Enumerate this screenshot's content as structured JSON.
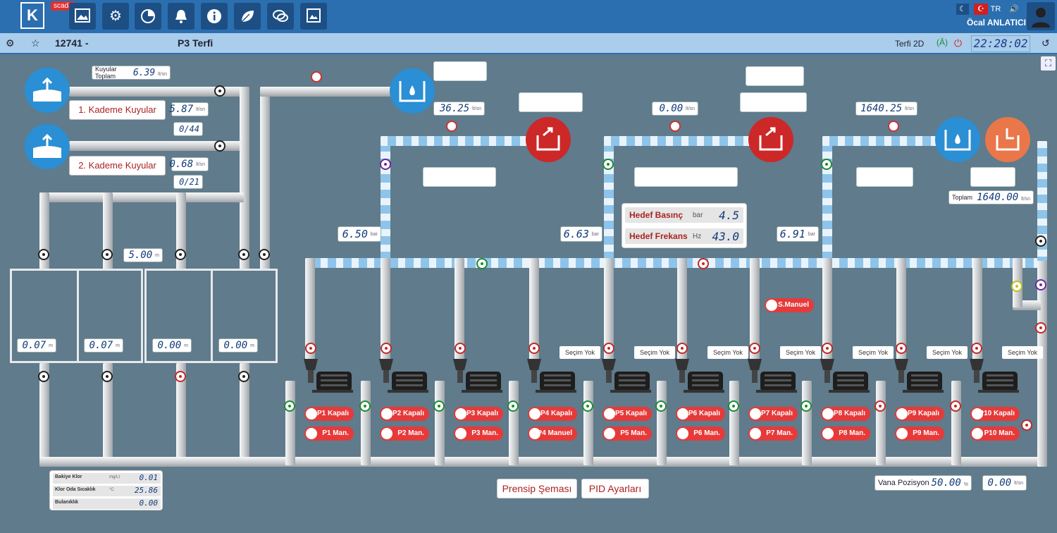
{
  "header": {
    "badge": "scada",
    "lang": "TR",
    "user": "Öcal ANLATICI",
    "logo_letter": "K"
  },
  "subbar": {
    "id": "12741 -",
    "title": "P3 Terfi",
    "view": "Terfi 2D",
    "clock": "22:28:02"
  },
  "wells": {
    "total_label": "Kuyular Toplam",
    "total_value": "6.39",
    "total_unit": "lt/sn",
    "k1_label": "1. Kademe Kuyular",
    "k1_value": "5.87",
    "k1_unit": "lt/sn",
    "k1_count": "0/44",
    "k2_label": "2. Kademe Kuyular",
    "k2_value": "0.68",
    "k2_unit": "lt/sn",
    "k2_count": "0/21"
  },
  "tank": {
    "level_label": "5.00",
    "level_unit": "m",
    "t1": "0.07",
    "t2": "0.07",
    "t3": "0.00",
    "t4": "0.00",
    "unit": "m"
  },
  "flows": {
    "f1": "36.25",
    "f2": "0.00",
    "f3": "1640.25",
    "unit": "lt/sn",
    "total_label": "Toplam",
    "total_value": "1640.00"
  },
  "pressures": {
    "p1": "6.50",
    "p2": "6.63",
    "p3": "6.91",
    "unit": "bar"
  },
  "target": {
    "bas_label": "Hedef Basınç",
    "bas_unit": "bar",
    "bas_value": "4.5",
    "frek_label": "Hedef Frekans",
    "frek_unit": "Hz",
    "frek_value": "43.0"
  },
  "smanuel": "S.Manuel",
  "secim": "Seçim Yok",
  "pumps": [
    {
      "kapali": "P1 Kapalı",
      "man": "P1 Man."
    },
    {
      "kapali": "P2 Kapalı",
      "man": "P2 Man."
    },
    {
      "kapali": "P3 Kapalı",
      "man": "P3 Man."
    },
    {
      "kapali": "P4 Kapalı",
      "man": "P4 Manuel"
    },
    {
      "kapali": "P5 Kapalı",
      "man": "P5 Man."
    },
    {
      "kapali": "P6 Kapalı",
      "man": "P6 Man."
    },
    {
      "kapali": "P7 Kapalı",
      "man": "P7 Man."
    },
    {
      "kapali": "P8 Kapalı",
      "man": "P8 Man."
    },
    {
      "kapali": "P9 Kapalı",
      "man": "P9 Man."
    },
    {
      "kapali": "P10 Kapalı",
      "man": "P10 Man."
    }
  ],
  "chlorine": {
    "r1_label": "Bakiye Klor",
    "r1_unit": "mg/Lt",
    "r1_value": "0.01",
    "r2_label": "Klor Oda Sıcaklık",
    "r2_unit": "°C",
    "r2_value": "25.86",
    "r3_label": "Bulanıklık",
    "r3_value": "0.00"
  },
  "buttons": {
    "prensip": "Prensip Şeması",
    "pid": "PID Ayarları"
  },
  "vana": {
    "label": "Vana Pozisyon",
    "value": "50.00",
    "unit": "%",
    "flow": "0.00",
    "flow_unit": "lt/sn"
  }
}
